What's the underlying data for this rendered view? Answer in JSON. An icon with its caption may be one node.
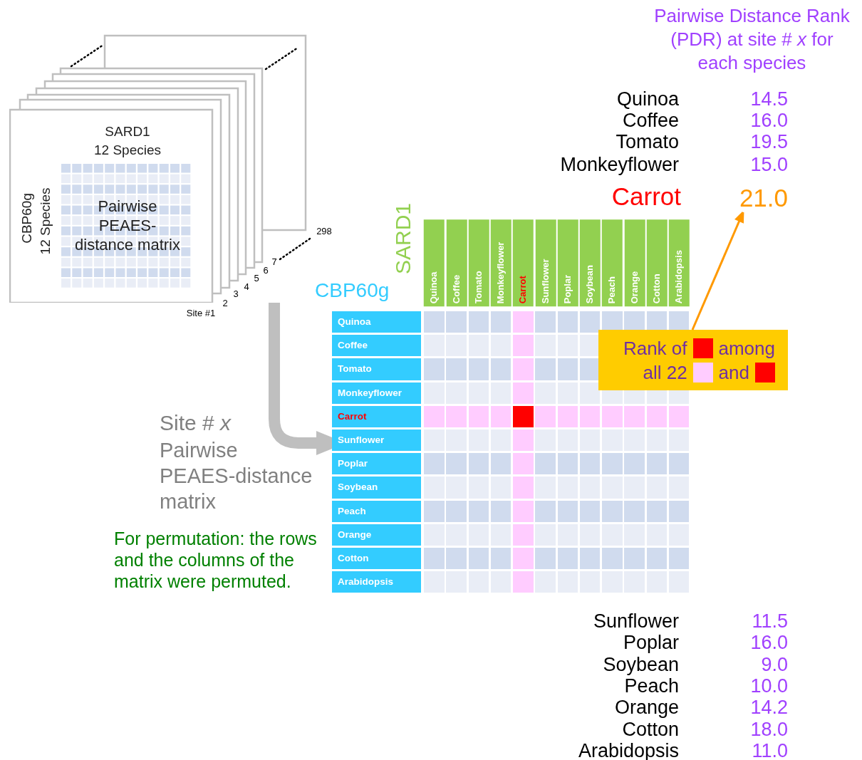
{
  "diagram": {
    "nodes": [
      {
        "text": [
          "SARD1",
          "12 Species",
          "CBP60g",
          "12 Species",
          "Pairwise PEAES-distance matrix"
        ]
      },
      {
        "text": [],
        "shape": "box"
      },
      {
        "text": [
          "Rank of",
          "among",
          "all 22",
          "and"
        ]
      },
      {
        "text": [
          "21.0"
        ]
      }
    ],
    "edges": [
      {
        "from": 0,
        "to": 1,
        "arrow": "to",
        "style": "thick",
        "color": "#bfbfbf"
      },
      {
        "from": 2,
        "to": 3,
        "arrow": "to",
        "color": "#ff9900"
      }
    ],
    "labels": [
      "Pairwise Distance Rank (PDR) at site # *x* for each species",
      "Quinoa",
      "14.5",
      "Coffee",
      "16.0",
      "Tomato",
      "19.5",
      "Monkeyflower",
      "15.0",
      "Carrot",
      "SARD1",
      "CBP60g",
      "Quinoa",
      "Coffee",
      "Tomato",
      "Monkeyflower",
      "Carrot",
      "Sunflower",
      "Poplar",
      "Soybean",
      "Peach",
      "Orange",
      "Cotton",
      "Arabidopsis",
      "Quinoa",
      "Coffee",
      "Tomato",
      "Monkeyflower",
      "Carrot",
      "Sunflower",
      "Poplar",
      "Soybean",
      "Peach",
      "Orange",
      "Cotton",
      "Arabidopsis",
      "Site # *x*",
      "Pairwise PEAES-distance matrix",
      "For permutation: the rows and the columns of the matrix were permuted.",
      "Sunflower",
      "11.5",
      "Poplar",
      "16.0",
      "Soybean",
      "9.0",
      "Peach",
      "10.0",
      "Orange",
      "14.2",
      "Cotton",
      "18.0",
      "Arabidopsis",
      "11.0",
      "Site #1",
      "2",
      "3",
      "4",
      "5",
      "6",
      "7",
      "298"
    ]
  }
}
